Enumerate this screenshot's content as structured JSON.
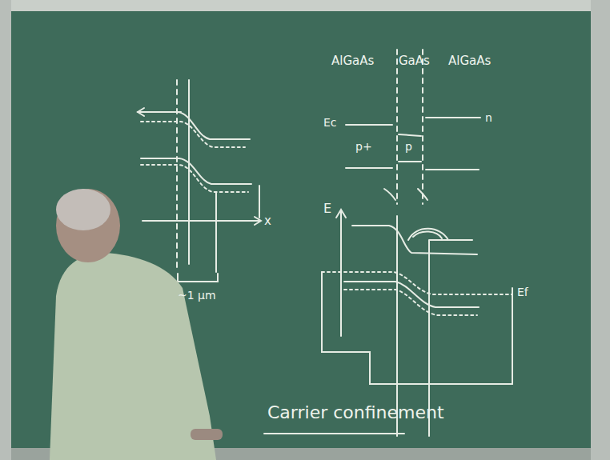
{
  "diagram": {
    "labels": [
      "AlGaAs",
      "GaAs",
      "AlGaAs",
      "Ec",
      "p+",
      "p",
      "n",
      "~1 μm",
      "x",
      "E",
      "Ef",
      "Carrier confinement"
    ]
  }
}
